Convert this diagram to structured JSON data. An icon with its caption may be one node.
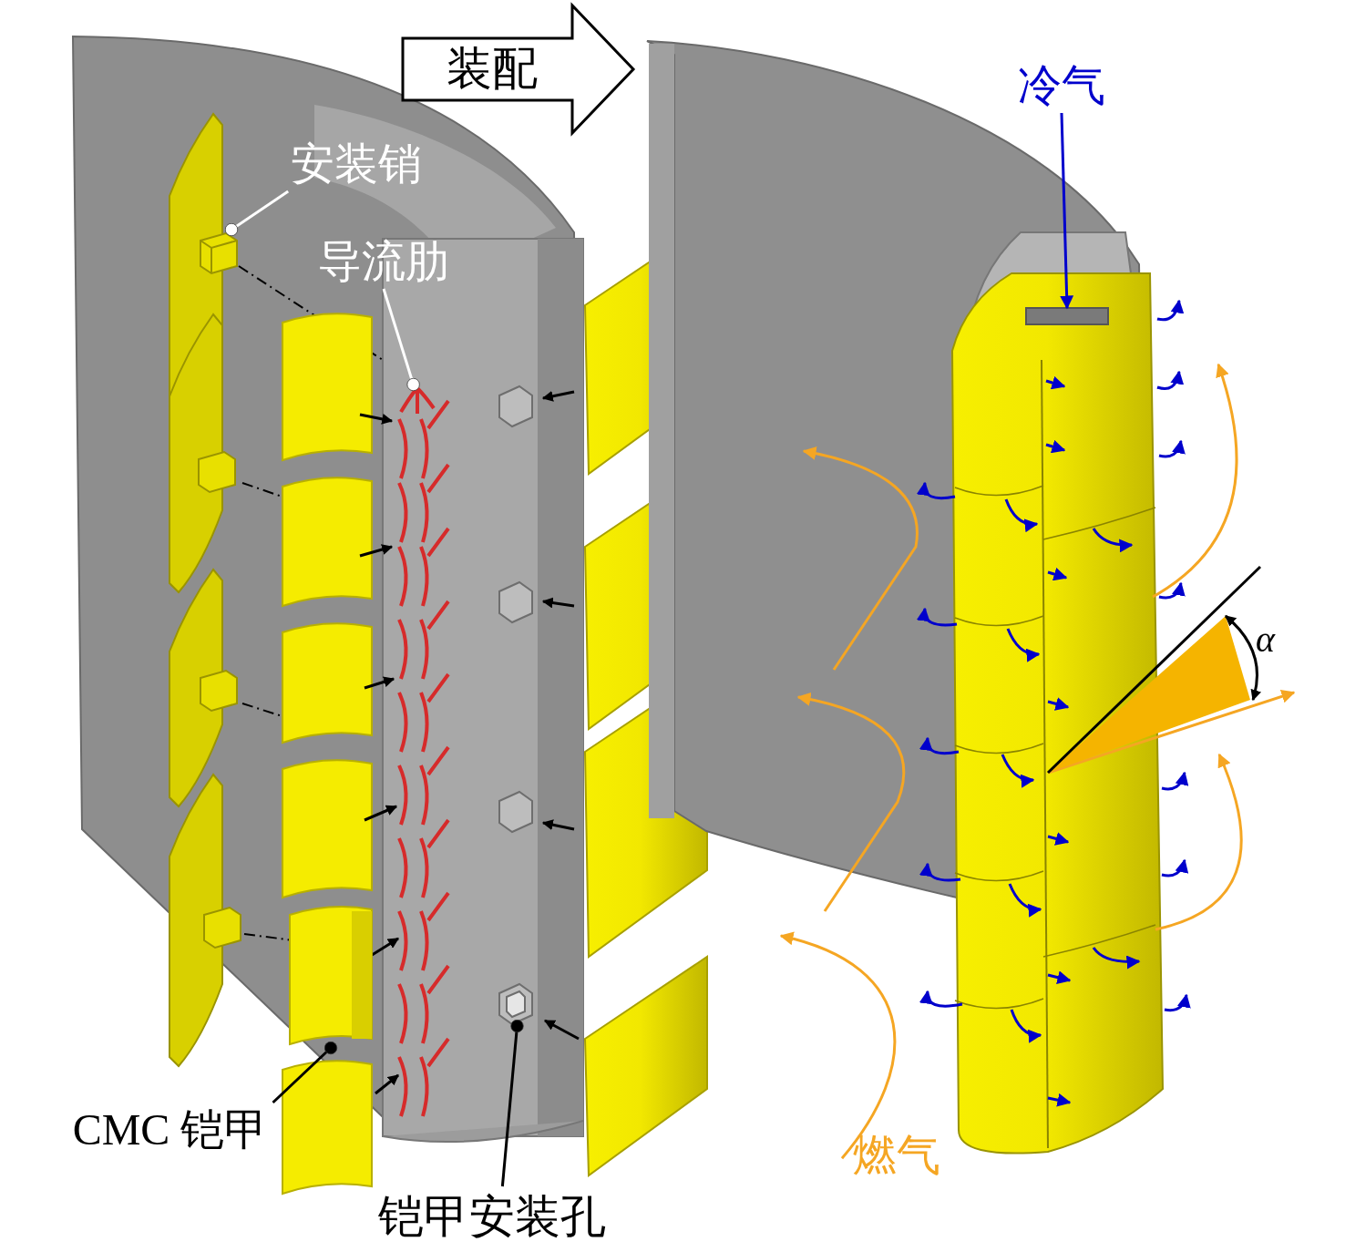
{
  "diagram": {
    "nodes": [
      {
        "text": [
          "装配"
        ]
      },
      {
        "text": [
          "安装销"
        ]
      },
      {
        "text": [],
        "shape": "picture"
      },
      {
        "text": [
          "导流肋"
        ]
      },
      {
        "text": [],
        "shape": "picture"
      },
      {
        "text": [
          "CMC 铠甲"
        ]
      },
      {
        "text": [],
        "shape": "picture"
      },
      {
        "text": [
          "铠甲安装孔"
        ]
      },
      {
        "text": [],
        "shape": "picture"
      },
      {
        "text": [
          "冷气"
        ]
      },
      {
        "text": [],
        "shape": "box"
      },
      {
        "text": [
          "燃气"
        ]
      }
    ],
    "edges": [
      {
        "from": 1,
        "to": 2,
        "arrow": "other",
        "color": "#ffffff"
      },
      {
        "from": 3,
        "to": 4,
        "arrow": "other",
        "color": "#ffffff"
      },
      {
        "from": 5,
        "to": 6,
        "arrow": "other",
        "color": "#000000"
      },
      {
        "from": 7,
        "to": 8,
        "arrow": "other",
        "color": "#000000"
      },
      {
        "from": 9,
        "to": 10,
        "arrow": "to",
        "color": "#0000cc"
      },
      {
        "from": 11,
        "to": null,
        "arrow": "to",
        "color": "#f5a623"
      }
    ],
    "labels": [
      "α"
    ]
  }
}
